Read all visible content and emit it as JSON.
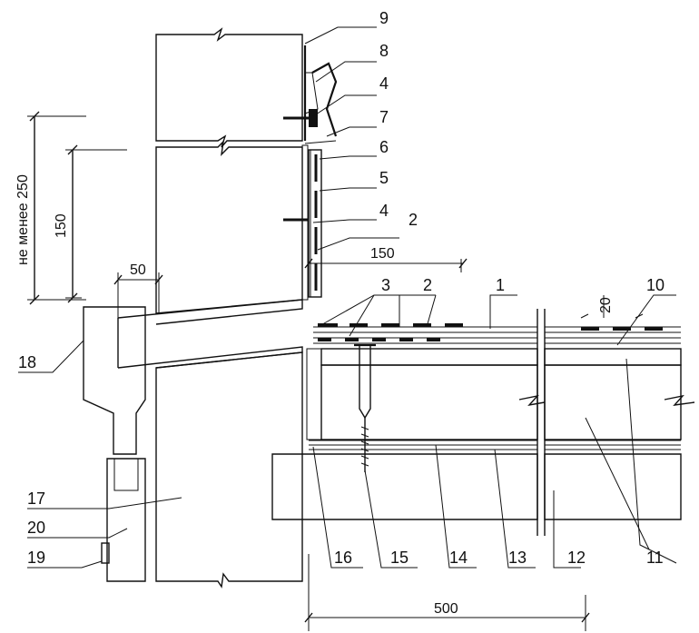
{
  "labels": {
    "n1": "1",
    "n2": "2",
    "n2b": "2",
    "n3": "3",
    "n4": "4",
    "n4b": "4",
    "n5": "5",
    "n6": "6",
    "n7": "7",
    "n8": "8",
    "n9": "9",
    "n10": "10",
    "n11": "11",
    "n12": "12",
    "n13": "13",
    "n14": "14",
    "n15": "15",
    "n16": "16",
    "n17": "17",
    "n18": "18",
    "n19": "19",
    "n20": "20"
  },
  "dimensions": {
    "min250": "не менее 250",
    "d150v": "150",
    "d50": "50",
    "d150h": "150",
    "d20": "20",
    "d500": "500"
  },
  "colors": {
    "ink": "#111111",
    "paper": "#ffffff"
  }
}
